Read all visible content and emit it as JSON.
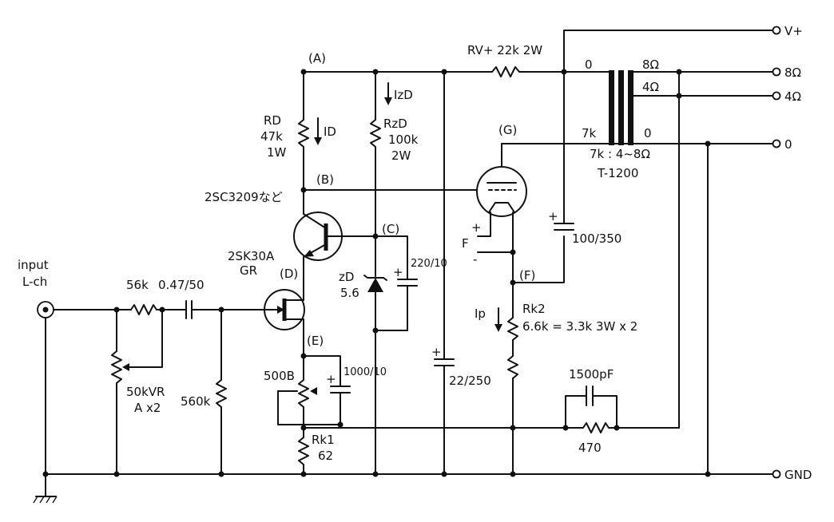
{
  "labels": {
    "input": "input",
    "lch": "L-ch",
    "r56k": "56k",
    "c047": "0.47/50",
    "vr1": "50kVR",
    "vr2": "A x2",
    "r560k": "560k",
    "jfet1": "2SK30A",
    "jfet2": "GR",
    "node_d": "(D)",
    "node_e": "(E)",
    "node_a": "(A)",
    "node_b": "(B)",
    "node_c": "(C)",
    "node_f": "(F)",
    "node_g": "(G)",
    "rd1": "RD",
    "rd2": "47k",
    "rd3": "1W",
    "id": "ID",
    "bjt": "2SC3209など",
    "rzd1": "RzD",
    "rzd2": "100k",
    "rzd3": "2W",
    "izd": "IzD",
    "zd1": "zD",
    "zd2": "5.6",
    "c220": "220/10",
    "r500b": "500B",
    "c1000": "1000/10",
    "rk1a": "Rk1",
    "rk1b": "62",
    "c22": "22/250",
    "rv": "RV+ 22k 2W",
    "f": "F",
    "plus": "+",
    "minus": "-",
    "c100": "100/350",
    "ip": "Ip",
    "rk2a": "Rk2",
    "rk2b": "6.6k = 3.3k 3W x 2",
    "c1500": "1500pF",
    "r470": "470",
    "tp0": "0",
    "tp7k": "7k",
    "ts8": "8Ω",
    "ts4": "4Ω",
    "ts0": "0",
    "tratio": "7k : 4~8Ω",
    "tname": "T-1200",
    "out_vplus": "V+",
    "out_8": "8Ω",
    "out_4": "4Ω",
    "out_0": "0",
    "out_gnd": "GND"
  }
}
